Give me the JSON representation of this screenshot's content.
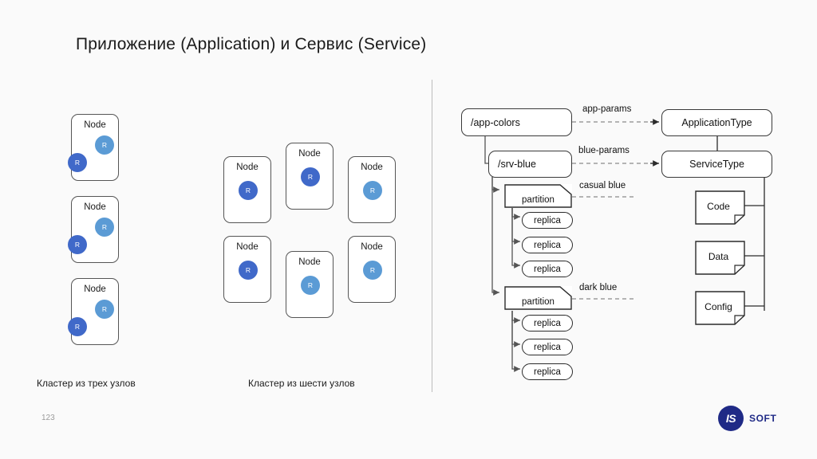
{
  "slide": {
    "title": "Приложение (Application) и Сервис (Service)",
    "page_number": "123",
    "background_color": "#fafafa"
  },
  "logo": {
    "mark": "IS",
    "word": "SOFT",
    "color": "#1f2a86"
  },
  "colors": {
    "replica_light": "#5b9bd5",
    "replica_dark": "#4069c9",
    "box_border": "#3a3a3a",
    "divider": "#bdbdbd"
  },
  "clusters": [
    {
      "caption": "Кластер из трех узлов",
      "nodes": [
        {
          "label": "Node",
          "dots": [
            {
              "text": "R",
              "shade": "light",
              "pos": "pos-ur"
            },
            {
              "text": "R",
              "shade": "dark",
              "pos": "pos-ll"
            }
          ]
        },
        {
          "label": "Node",
          "dots": [
            {
              "text": "R",
              "shade": "light",
              "pos": "pos-ur"
            },
            {
              "text": "R",
              "shade": "dark",
              "pos": "pos-ll"
            }
          ]
        },
        {
          "label": "Node",
          "dots": [
            {
              "text": "R",
              "shade": "light",
              "pos": "pos-ur"
            },
            {
              "text": "R",
              "shade": "dark",
              "pos": "pos-ll"
            }
          ]
        }
      ]
    },
    {
      "caption": "Кластер из шести узлов",
      "nodes": [
        {
          "label": "Node",
          "dots": [
            {
              "text": "R",
              "shade": "dark",
              "pos": "pos-c"
            }
          ]
        },
        {
          "label": "Node",
          "dots": [
            {
              "text": "R",
              "shade": "dark",
              "pos": "pos-c"
            }
          ]
        },
        {
          "label": "Node",
          "dots": [
            {
              "text": "R",
              "shade": "light",
              "pos": "pos-c"
            }
          ]
        },
        {
          "label": "Node",
          "dots": [
            {
              "text": "R",
              "shade": "dark",
              "pos": "pos-c"
            }
          ]
        },
        {
          "label": "Node",
          "dots": [
            {
              "text": "R",
              "shade": "light",
              "pos": "pos-c"
            }
          ]
        },
        {
          "label": "Node",
          "dots": [
            {
              "text": "R",
              "shade": "light",
              "pos": "pos-c"
            }
          ]
        }
      ]
    }
  ],
  "tree": {
    "app_colors": "/app-colors",
    "srv_blue": "/srv-blue",
    "application_type": "ApplicationType",
    "service_type": "ServiceType",
    "partition_1": "partition",
    "partition_2": "partition",
    "replicas_1": [
      "replica",
      "replica",
      "replica"
    ],
    "replicas_2": [
      "replica",
      "replica",
      "replica"
    ],
    "artifacts": [
      "Code",
      "Data",
      "Config"
    ],
    "edge_labels": {
      "app_params": "app-params",
      "blue_params": "blue-params",
      "casual_blue": "casual blue",
      "dark_blue": "dark blue"
    }
  }
}
